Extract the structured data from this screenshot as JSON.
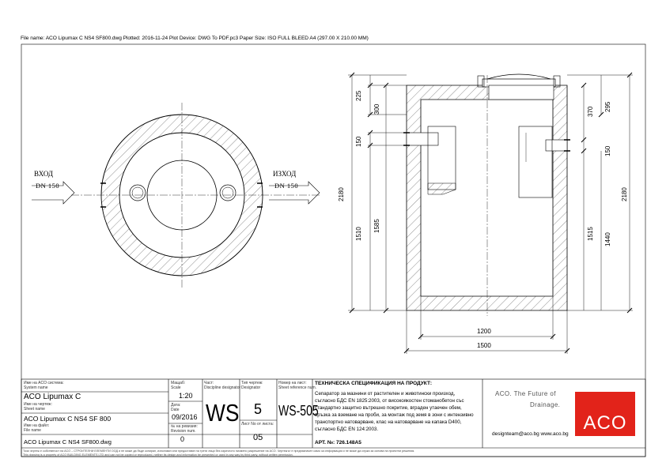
{
  "header": {
    "file_info": "File name: ACO Lipumax C NS4 SF800.dwg   Plotted: 2016-11-24   Plot Device: DWG To PDF.pc3   Paper Size: ISO FULL BLEED A4 (297.00 X 210.00 MM)"
  },
  "plan": {
    "inlet_label": "ВХОД",
    "inlet_dn": "DN 150",
    "outlet_label": "ИЗХОД",
    "outlet_dn": "DN 150"
  },
  "section": {
    "dims_left": [
      "225",
      "300",
      "150",
      "2180",
      "1510",
      "1585"
    ],
    "dims_right": [
      "370",
      "295",
      "150",
      "2180",
      "1515",
      "1440"
    ],
    "dims_bottom": [
      "1200",
      "1500"
    ]
  },
  "title_block": {
    "system_name_label": "Име на ACO система:",
    "system_name_label_en": "System name",
    "system_name": "ACO Lipumax C",
    "sheet_name_label": "Име на чертеж:",
    "sheet_name_label_en": "Sheet name",
    "sheet_name": "ACO Lipumax C  NS4 SF 800",
    "file_label": "Име на файл:",
    "file_label_en": "File name",
    "file_name": "ACO Lipumax C NS4 SF800.dwg",
    "scale_label": "Мащаб:",
    "scale_label_en": "Scale",
    "scale": "1:20",
    "date_label": "Дата:",
    "date_label_en": "Date",
    "date": "09/2016",
    "revision_label": "№ на ревизия:",
    "revision_label_en": "Revision num.",
    "revision": "0",
    "discipline_label": "Част:",
    "discipline_label_en": "Discipline designator",
    "discipline": "WS",
    "type_label": "Тип чертеж:",
    "type_label_en": "Designator",
    "type": "5",
    "sheet_no_label": "Лист No от листа:",
    "sheet_no": "05",
    "ref_label": "Номер на лист:",
    "ref_label_en": "Sheet reference num.",
    "ref": "WS-505"
  },
  "spec": {
    "title": "ТЕХНИЧЕСКА СПЕЦИФИКАЦИЯ НА ПРОДУКТ:",
    "lines": [
      "Сепаратор за мазнини от растителен и животински произход,",
      "съгласно БДС EN 1825:2003, от високоякостен стоманобетон със",
      "стандартно защитно вътрешно покритие, вграден утаечен обем,",
      "връзка за вземане на проби, за монтаж под земя в зони с интензивно",
      "транспортно натоварване, клас на натоварване на капака D400,",
      "съгласно БДС EN 124:2003."
    ],
    "article": "АРТ. №: 726.148А5"
  },
  "brand": {
    "tagline_1": "ACO. The Future of",
    "tagline_2": "Drainage.",
    "contact": "designteam@aco.bg  www.aco.bg",
    "logo": "ACO",
    "logo_color": "#e2231a"
  },
  "disclaimer": {
    "line1": "Този чертеж е собственост на ACO – СТРОИТЕЛНИ ЕЛЕМЕНТИ ООД и не може да бъде копиран, използван или предоставян на трети лица без изричното писмено разрешение на ACO. Чертежът е предназначен само за информация и не може да служи за основа на проектни решения.",
    "line2": "This drawing is a property of ACO BUILDING ELEMENTS LTD and can not be copied or reproduced, neither its design and information be presented or used in any way by third party, without written permission."
  }
}
